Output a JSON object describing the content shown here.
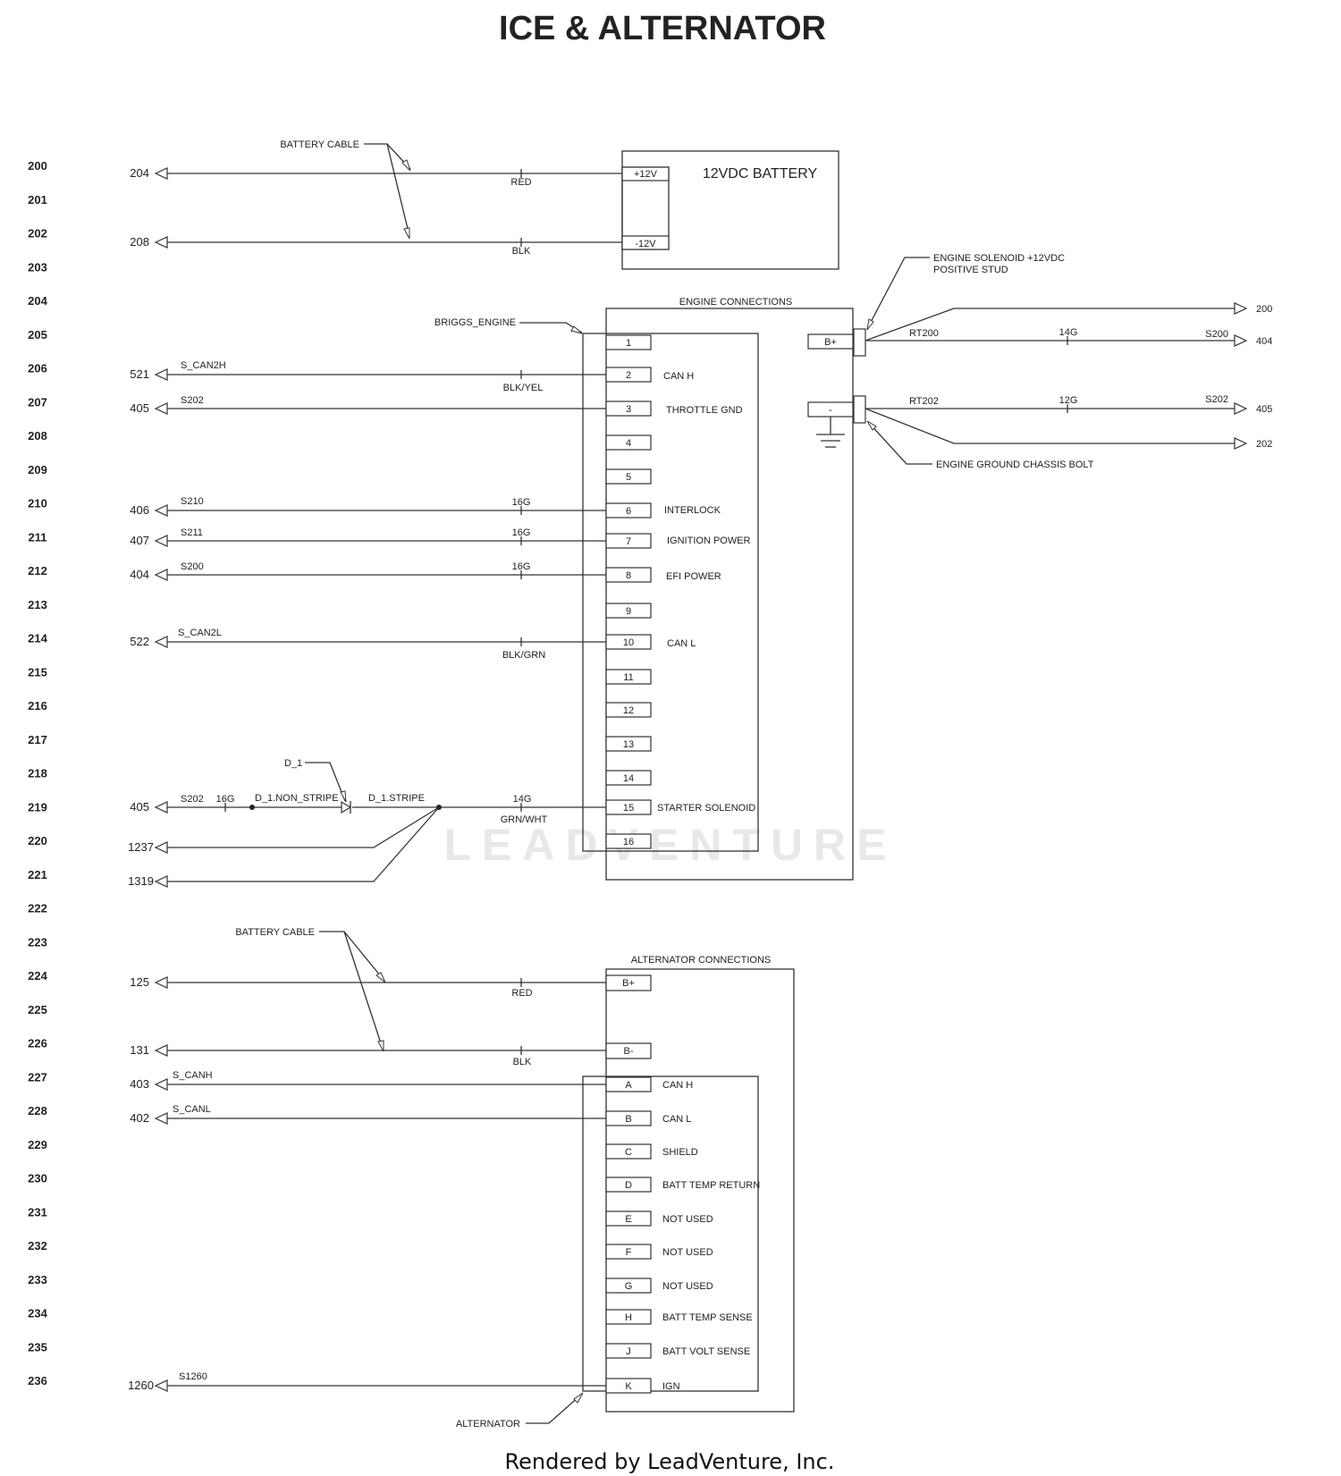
{
  "title": "ICE & ALTERNATOR",
  "footer": "Rendered by LeadVenture, Inc.",
  "watermark": "LEADVENTURE",
  "row_numbers": [
    "200",
    "201",
    "202",
    "203",
    "204",
    "205",
    "206",
    "207",
    "208",
    "209",
    "210",
    "211",
    "212",
    "213",
    "214",
    "215",
    "216",
    "217",
    "218",
    "219",
    "220",
    "221",
    "222",
    "223",
    "224",
    "225",
    "226",
    "227",
    "228",
    "229",
    "230",
    "231",
    "232",
    "233",
    "234",
    "235",
    "236"
  ],
  "battery": {
    "title": "12VDC BATTERY",
    "pos_label": "+12V",
    "neg_label": "-12V",
    "cable_label": "BATTERY CABLE",
    "wire_pos": {
      "ref": "204",
      "color": "RED"
    },
    "wire_neg": {
      "ref": "208",
      "color": "BLK"
    }
  },
  "engine": {
    "header": "ENGINE CONNECTIONS",
    "component_label": "BRIGGS_ENGINE",
    "pins": [
      "1",
      "2",
      "3",
      "4",
      "5",
      "6",
      "7",
      "8",
      "9",
      "10",
      "11",
      "12",
      "13",
      "14",
      "15",
      "16"
    ],
    "pin_names": {
      "p2": "CAN H",
      "p3": "THROTTLE GND",
      "p6": "INTERLOCK",
      "p7": "IGNITION POWER",
      "p8": "EFI POWER",
      "p10": "CAN L",
      "p15": "STARTER SOLENOID"
    },
    "wires": {
      "p2": {
        "ref": "521",
        "splice": "S_CAN2H",
        "color": "BLK/YEL"
      },
      "p3": {
        "ref": "405",
        "splice": "S202"
      },
      "p6": {
        "ref": "406",
        "splice": "S210",
        "gauge": "16G"
      },
      "p7": {
        "ref": "407",
        "splice": "S211",
        "gauge": "16G"
      },
      "p8": {
        "ref": "404",
        "splice": "S200",
        "gauge": "16G"
      },
      "p10": {
        "ref": "522",
        "splice": "S_CAN2L",
        "color": "BLK/GRN"
      },
      "p15": {
        "ref": "405",
        "splice": "S202",
        "gauge_left": "16G",
        "gauge": "14G",
        "color": "GRN/WHT"
      }
    },
    "extra_refs": [
      "1237",
      "1319"
    ],
    "diode": {
      "label": "D_1",
      "non_stripe": "D_1.NON_STRIPE",
      "stripe": "D_1.STRIPE"
    },
    "b_plus": "B+",
    "minus": "-",
    "solenoid_note_1": "ENGINE SOLENOID +12VDC",
    "solenoid_note_2": "POSITIVE STUD",
    "ground_note": "ENGINE GROUND CHASSIS BOLT",
    "right_wires": {
      "top": {
        "ref": "200"
      },
      "bplus": {
        "circuit": "RT200",
        "gauge": "14G",
        "splice": "S200",
        "ref": "404"
      },
      "minus": {
        "circuit": "RT202",
        "gauge": "12G",
        "splice": "S202",
        "ref": "405"
      },
      "bottom": {
        "ref": "202"
      }
    }
  },
  "alternator": {
    "header": "ALTERNATOR CONNECTIONS",
    "component_label": "ALTERNATOR",
    "cable_label": "BATTERY CABLE",
    "b_plus": "B+",
    "b_minus": "B-",
    "wire_bplus": {
      "ref": "125",
      "color": "RED"
    },
    "wire_bminus": {
      "ref": "131",
      "color": "BLK"
    },
    "pins": [
      {
        "pin": "A",
        "name": "CAN H"
      },
      {
        "pin": "B",
        "name": "CAN L"
      },
      {
        "pin": "C",
        "name": "SHIELD"
      },
      {
        "pin": "D",
        "name": "BATT TEMP RETURN"
      },
      {
        "pin": "E",
        "name": "NOT USED"
      },
      {
        "pin": "F",
        "name": "NOT USED"
      },
      {
        "pin": "G",
        "name": "NOT USED"
      },
      {
        "pin": "H",
        "name": "BATT TEMP SENSE"
      },
      {
        "pin": "J",
        "name": "BATT VOLT SENSE"
      },
      {
        "pin": "K",
        "name": "IGN"
      }
    ],
    "wires": {
      "A": {
        "ref": "403",
        "splice": "S_CANH"
      },
      "B": {
        "ref": "402",
        "splice": "S_CANL"
      },
      "K": {
        "ref": "1260",
        "splice": "S1260"
      }
    }
  }
}
